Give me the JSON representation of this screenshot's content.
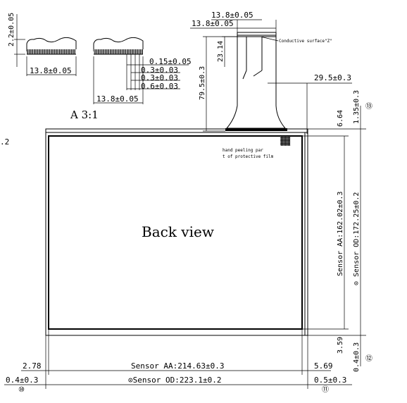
{
  "title": "Back view",
  "detail_label": "A 3:1",
  "left_edge_fragment": ".2",
  "detail": {
    "height_dim": "2.2±0.05",
    "width_dim_left": "13.8±0.05",
    "width_dim_right": "13.8±0.05",
    "pitch_dims": [
      "0.15±0.05",
      "0.3±0.03",
      "0.3±0.03",
      "0.6±0.03"
    ]
  },
  "tail": {
    "top_dim_1": "13.8±0.05",
    "top_dim_2": "13.8±0.05",
    "conductive_note": "Conductive surface\"Z\"",
    "small_dim": "23.14",
    "length_dim": "79.5±0.3",
    "offset_dim": "29.5±0.3"
  },
  "right_dims": {
    "top_a": "6.64",
    "top_b": "1.35±0.3",
    "top_b_mark": "⑬",
    "sensor_aa_height": "Sensor AA:162.02±0.3",
    "sensor_od_height": "⊙ Sensor OD:172.25±0.2",
    "bottom_a": "3.59",
    "bottom_b": "0.4±0.3",
    "bottom_b_mark": "⑫"
  },
  "bottom_dims": {
    "left_small": "2.78",
    "sensor_aa_width": "Sensor AA:214.63±0.3",
    "right_small": "5.69",
    "left_tol": "0.4±0.3",
    "left_tol_mark": "⑩",
    "sensor_od_width": "⊙Sensor OD:223.1±0.2",
    "right_tol": "0.5±0.3",
    "right_tol_mark": "⑪"
  },
  "notes": {
    "peeling_1": "hand peeling par",
    "peeling_2": "t of protective film"
  }
}
